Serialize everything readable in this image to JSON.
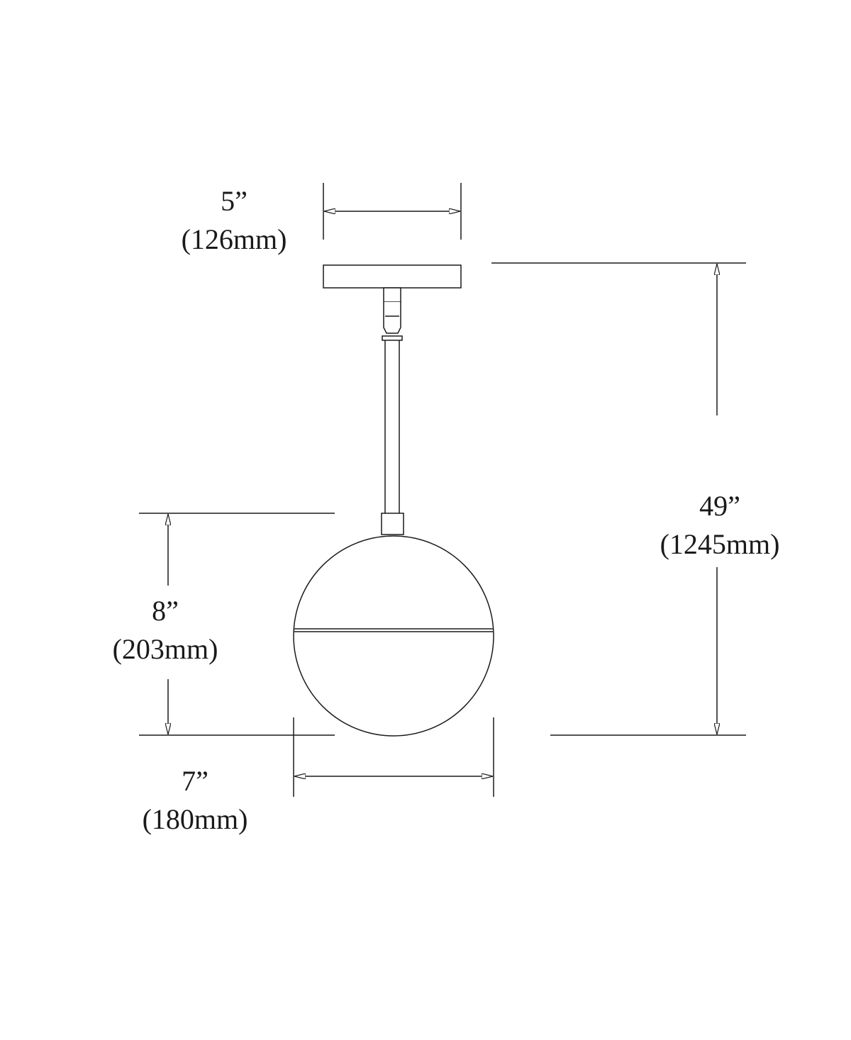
{
  "dimensions": {
    "canopy_width": {
      "imperial": "5”",
      "metric": "(126mm)"
    },
    "overall_height": {
      "imperial": "49”",
      "metric": "(1245mm)"
    },
    "globe_height": {
      "imperial": "8”",
      "metric": "(203mm)"
    },
    "globe_width": {
      "imperial": "7”",
      "metric": "(180mm)"
    }
  },
  "colors": {
    "line": "#1a1a1a",
    "background": "#ffffff"
  }
}
